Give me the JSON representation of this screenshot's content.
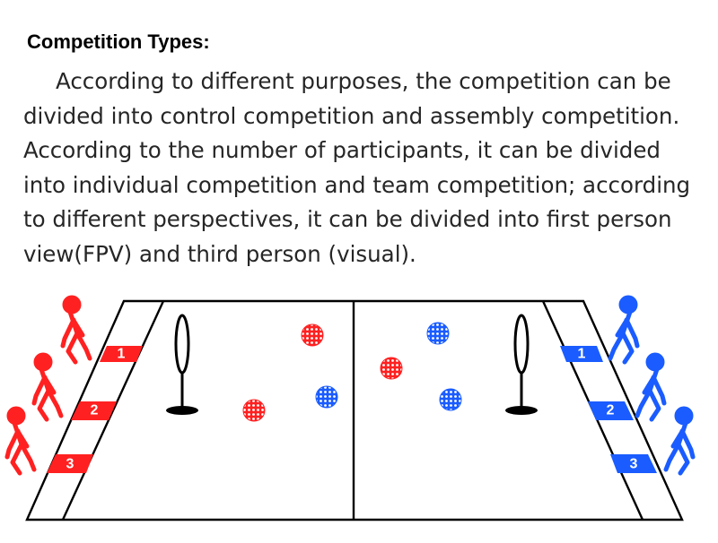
{
  "heading": "Competition Types:",
  "paragraph": "According to different purposes, the competition can be divided into control competition and assembly competition. According to the number of participants, it can be divided into individual competition and team competition; according to different perspectives, it can be divided into first person view(FPV) and third person (visual).",
  "diagram": {
    "colors": {
      "red_team": "#ff2121",
      "blue_team": "#1a5cff",
      "lines": "#000000"
    },
    "red_lanes": [
      "1",
      "2",
      "3"
    ],
    "blue_lanes": [
      "1",
      "2",
      "3"
    ]
  }
}
